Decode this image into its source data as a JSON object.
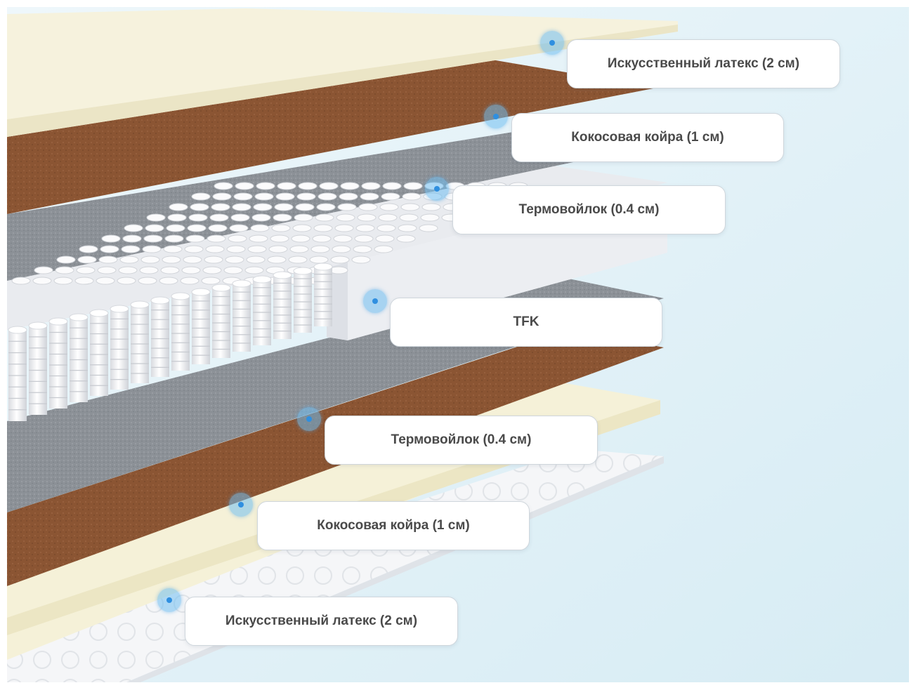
{
  "layers": [
    {
      "id": "latex-top",
      "label": "Искусственный латекс (2 см)"
    },
    {
      "id": "coir-top",
      "label": "Кокосовая койра (1 см)"
    },
    {
      "id": "felt-top",
      "label": "Термовойлок (0.4 см)"
    },
    {
      "id": "spring-block",
      "label": "TFK"
    },
    {
      "id": "felt-bottom",
      "label": "Термовойлок (0.4 см)"
    },
    {
      "id": "coir-bottom",
      "label": "Кокосовая койра (1 см)"
    },
    {
      "id": "latex-bottom",
      "label": "Искусственный латекс (2 см)"
    }
  ],
  "colors": {
    "background": "#e3f1f7",
    "latex": "#f6f2dd",
    "coir": "#8b5533",
    "felt": "#8a8f96",
    "springs": "#f3f4f6",
    "foam_frame": "#eceef2",
    "marker": "#5ab4ee"
  }
}
